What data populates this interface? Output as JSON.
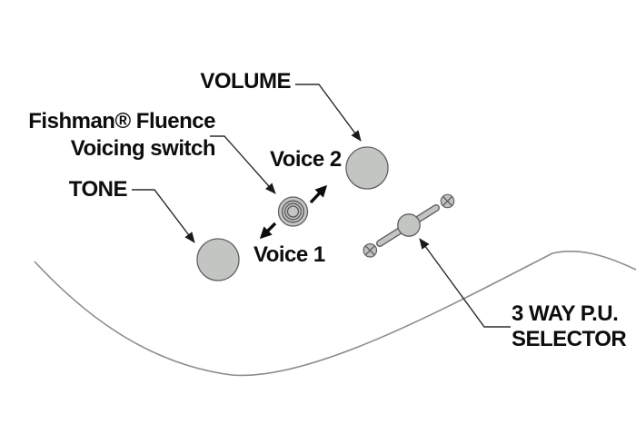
{
  "page": {
    "background": "#ffffff",
    "kind": "guitar-controls-callout-diagram"
  },
  "colors": {
    "page_bg": "#ffffff",
    "ink": "#0d0d0d",
    "leader_line": "#2b2b2b",
    "body_outline": "#8c8c8c",
    "knob_fill": "#c3c5c3",
    "knob_stroke": "#606060",
    "screw_fill": "#c0c2c0",
    "screw_cross": "#555555"
  },
  "labels": {
    "volume": "VOLUME",
    "fishman_line1": "Fishman® Fluence",
    "fishman_line2": "Voicing switch",
    "tone": "TONE",
    "voice_2": "Voice 2",
    "voice_1": "Voice 1",
    "selector_line1": "3 WAY P.U.",
    "selector_line2": "SELECTOR"
  }
}
